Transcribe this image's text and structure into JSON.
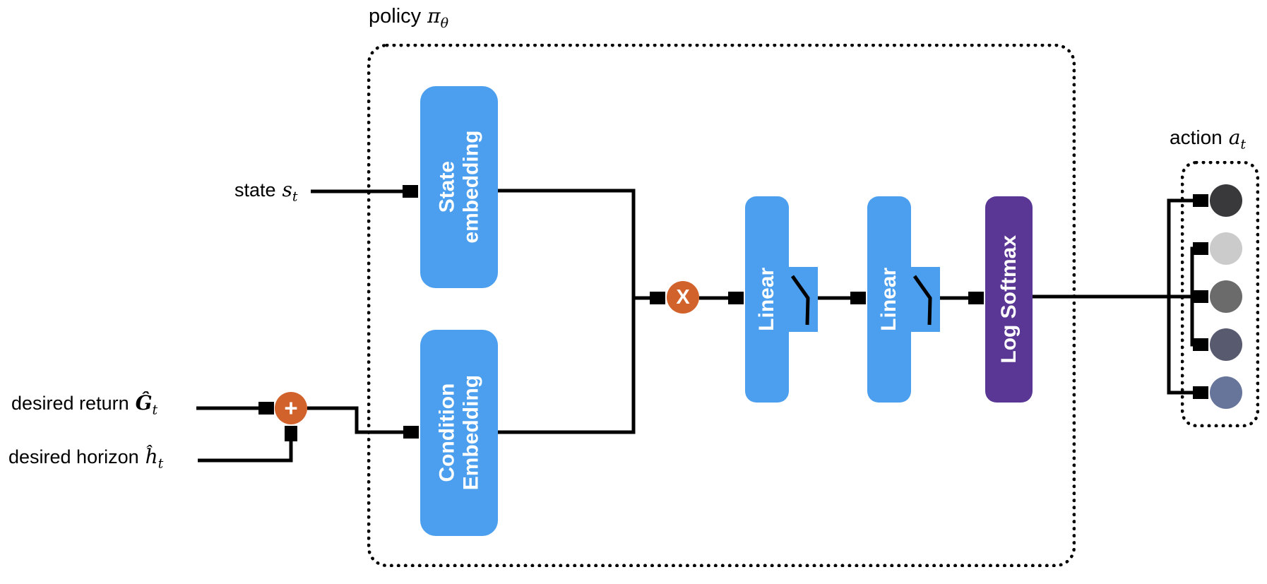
{
  "policy": {
    "label": "policy",
    "symbol": "π",
    "sub": "θ"
  },
  "inputs": {
    "state": {
      "label": "state",
      "symbol": "s",
      "sub": "t"
    },
    "desired_return": {
      "label": "desired return",
      "symbol": "Ĝ",
      "sub": "t"
    },
    "desired_horizon": {
      "label": "desired horizon",
      "symbol": "ĥ",
      "sub": "t"
    }
  },
  "blocks": {
    "state_embedding": {
      "line1": "State",
      "line2": "embedding"
    },
    "condition_embedding": {
      "line1": "Condition",
      "line2": "Embedding"
    },
    "linear1": {
      "label": "Linear"
    },
    "linear2": {
      "label": "Linear"
    },
    "log_softmax": {
      "label": "Log Softmax"
    }
  },
  "operators": {
    "add": "+",
    "multiply": "X"
  },
  "action": {
    "label": "action",
    "symbol": "a",
    "sub": "t",
    "nodes": [
      {
        "name": "action-node-1",
        "color": "#39393B"
      },
      {
        "name": "action-node-2",
        "color": "#CBCBCB"
      },
      {
        "name": "action-node-3",
        "color": "#6B6B6B"
      },
      {
        "name": "action-node-4",
        "color": "#585A70"
      },
      {
        "name": "action-node-5",
        "color": "#68759B"
      }
    ]
  },
  "colors": {
    "block_blue": "#4C9FEE",
    "operator_orange": "#D2622B",
    "softmax_purple": "#5A3794",
    "line_black": "#000000"
  }
}
